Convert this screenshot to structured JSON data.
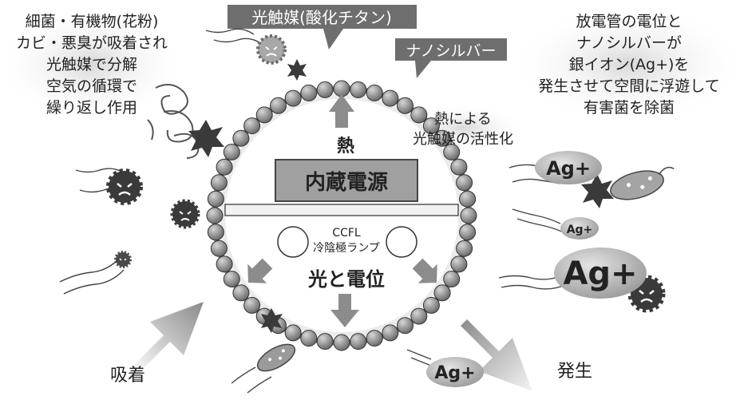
{
  "labels": {
    "photocatalyst": "光触媒(酸化チタン)",
    "nanosilver": "ナノシルバー",
    "left_top": [
      "細菌・有機物(花粉)",
      "カビ・悪臭が吸着され",
      "光触媒で分解",
      "空気の循環で",
      "繰り返し作用"
    ],
    "right_top": [
      "放電管の電位と",
      "ナノシルバーが",
      "銀イオン(Ag+)を",
      "発生させて空間に浮遊して",
      "有害菌を除菌"
    ],
    "heat_activation": [
      "熱による",
      "光触媒の活性化"
    ],
    "heat": "熱",
    "power_source": "内蔵電源",
    "ccfl": "CCFL",
    "ccfl_lamp": "冷陰極ランプ",
    "light_potential": "光と電位",
    "adsorption": "吸着",
    "generation": "発生",
    "ag_ion": "Ag+"
  },
  "colors": {
    "label_box": "#6e6e6e",
    "ring_fill": "#e6e6e6",
    "bead_fill": "#8a8a8a",
    "power_box": "#a0a0a0",
    "arrow": "#8c8c8c",
    "ion_fill": "#b8b8b8",
    "germ_dark": "#3a3a3a"
  }
}
